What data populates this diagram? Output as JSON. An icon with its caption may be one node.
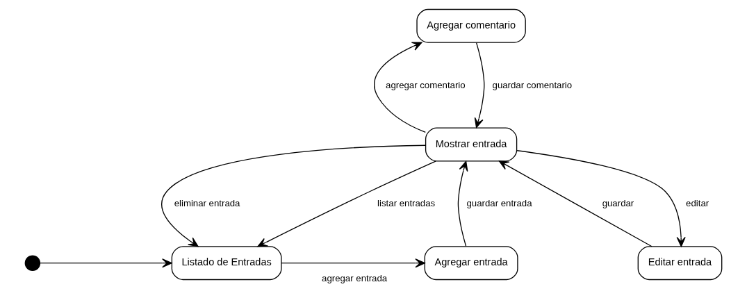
{
  "diagram": {
    "nodes": [
      {
        "text": [],
        "shape": "circle"
      },
      {
        "text": [
          "Listado de Entradas"
        ]
      },
      {
        "text": [
          "Agregar entrada"
        ]
      },
      {
        "text": [
          "Mostrar entrada"
        ]
      },
      {
        "text": [
          "Agregar comentario"
        ]
      },
      {
        "text": [
          "Editar entrada"
        ]
      }
    ],
    "edges": [
      {
        "from": 0,
        "to": 1,
        "arrow": "to"
      },
      {
        "from": 1,
        "to": 2,
        "arrow": "to",
        "label": "agregar entrada"
      },
      {
        "from": 2,
        "to": 3,
        "arrow": "to",
        "label": "guardar entrada"
      },
      {
        "from": 3,
        "to": 4,
        "arrow": "to",
        "label": "agregar comentario"
      },
      {
        "from": 4,
        "to": 3,
        "arrow": "to",
        "label": "guardar comentario"
      },
      {
        "from": 3,
        "to": 1,
        "arrow": "to",
        "label": "eliminar entrada"
      },
      {
        "from": 3,
        "to": 1,
        "arrow": "to",
        "label": "listar entradas"
      },
      {
        "from": 3,
        "to": 5,
        "arrow": "to",
        "label": "editar"
      },
      {
        "from": 5,
        "to": 3,
        "arrow": "to",
        "label": "guardar"
      }
    ]
  }
}
